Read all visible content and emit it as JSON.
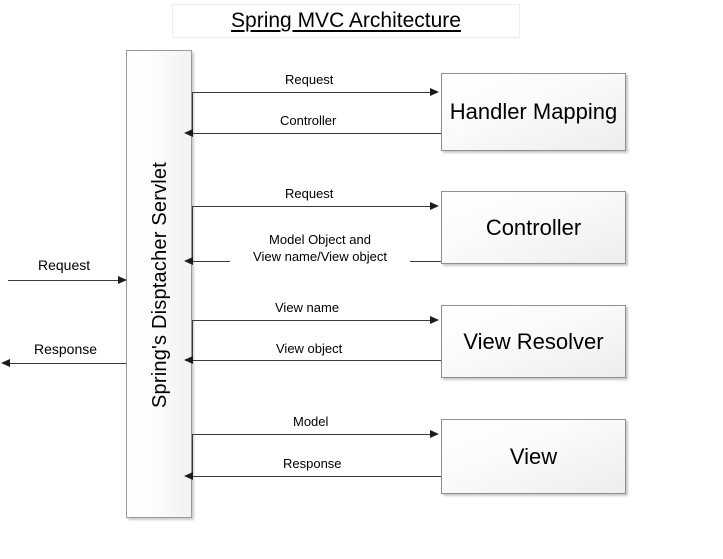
{
  "diagram": {
    "title": "Spring MVC Architecture",
    "dispatcher": {
      "label": "Spring's Disptacher Servlet"
    },
    "nodes": [
      {
        "id": "handler-mapping",
        "label": "Handler Mapping"
      },
      {
        "id": "controller",
        "label": "Controller"
      },
      {
        "id": "view-resolver",
        "label": "View Resolver"
      },
      {
        "id": "view",
        "label": "View"
      }
    ],
    "external_edges": [
      {
        "id": "external-request",
        "label": "Request",
        "direction": "right"
      },
      {
        "id": "external-response",
        "label": "Response",
        "direction": "left"
      }
    ],
    "internal_edges": [
      {
        "id": "edge-handler-request",
        "label": "Request",
        "direction": "right"
      },
      {
        "id": "edge-handler-controller",
        "label": "Controller",
        "direction": "left"
      },
      {
        "id": "edge-controller-request",
        "label": "Request",
        "direction": "right"
      },
      {
        "id": "edge-controller-model",
        "label_line1": "Model Object and",
        "label_line2": "View name/View object",
        "direction": "left"
      },
      {
        "id": "edge-resolver-viewname",
        "label": "View name",
        "direction": "right"
      },
      {
        "id": "edge-resolver-viewobject",
        "label": "View object",
        "direction": "left"
      },
      {
        "id": "edge-view-model",
        "label": "Model",
        "direction": "right"
      },
      {
        "id": "edge-view-response",
        "label": "Response",
        "direction": "left"
      }
    ],
    "colors": {
      "line": "#3a3a3a",
      "node_border": "#8f8f8f",
      "background": "#ffffff",
      "text": "#000000"
    }
  }
}
